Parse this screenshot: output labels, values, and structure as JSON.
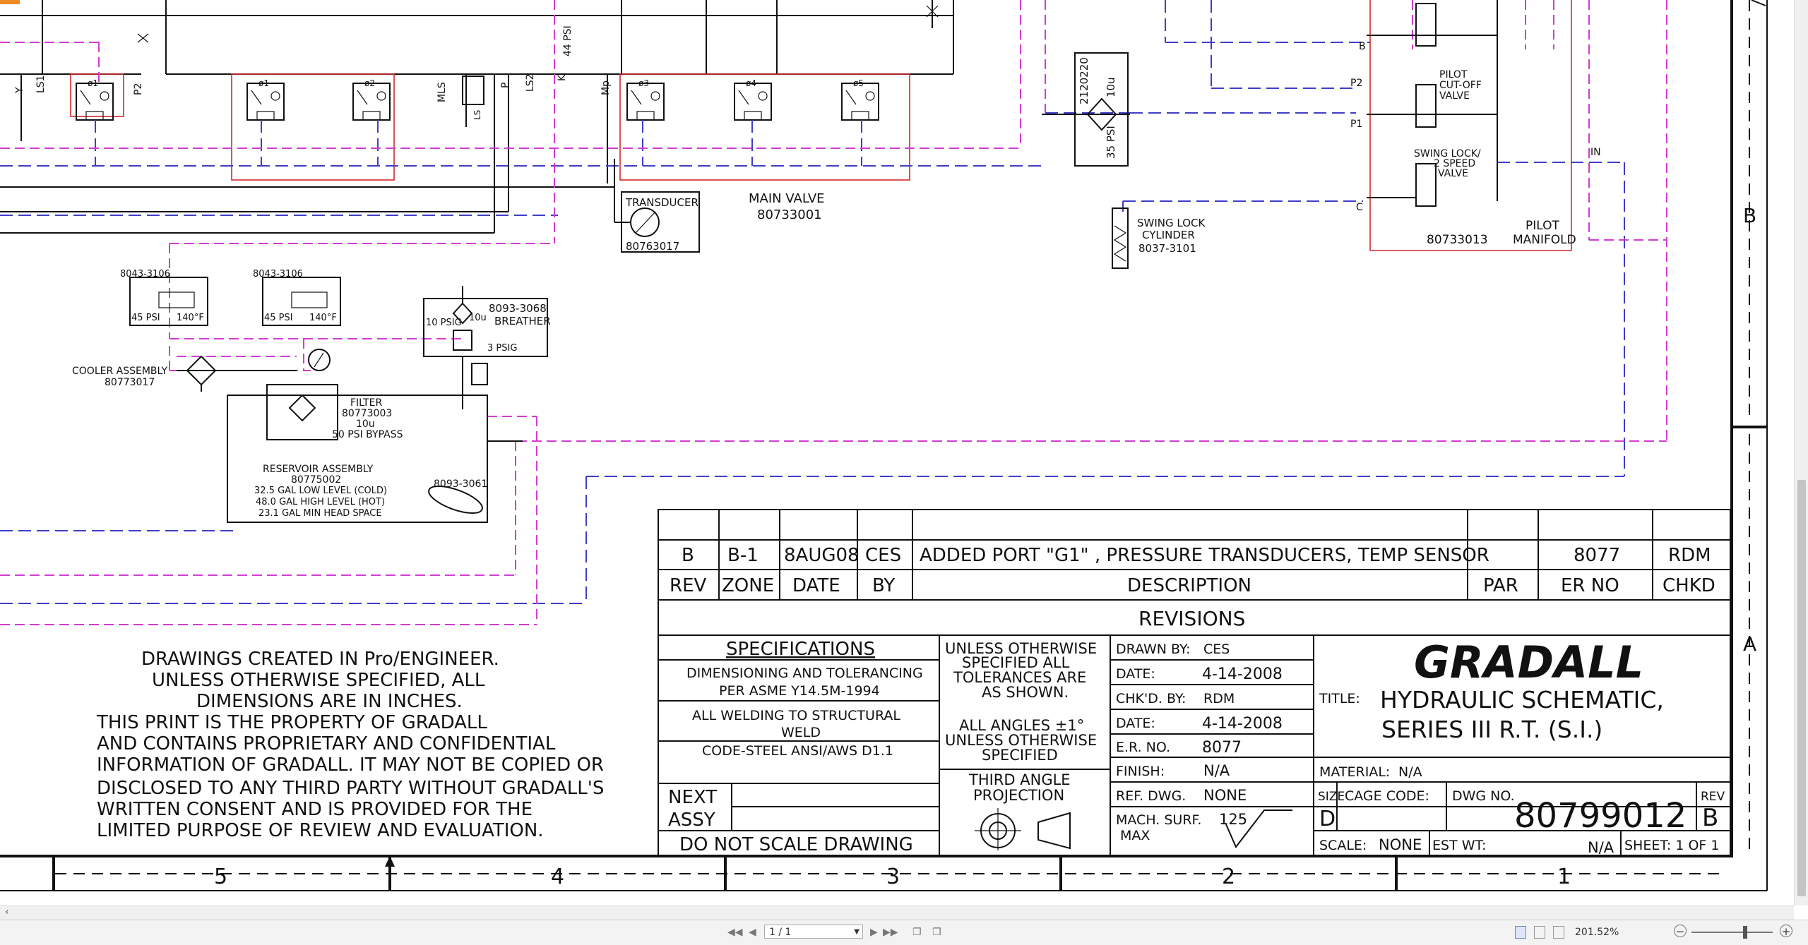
{
  "schematic": {
    "top_labels": {
      "y": "Y",
      "ls1": "LS1",
      "p2": "P2",
      "mls": "MLS",
      "ls": "LS",
      "p": "P",
      "ls2": "LS2",
      "k": "K",
      "mp": "Mp",
      "psi44": "44 PSI",
      "b": "B",
      "p2r": "P2",
      "p1": "P1",
      "c": "C",
      "in": "IN",
      "o1": "ø1",
      "o2": "ø2",
      "o3": "ø3",
      "o4": "ø4",
      "o5": "ø5"
    },
    "transducer": {
      "label": "TRANSDUCER",
      "part": "80763017"
    },
    "main_valve": {
      "label": "MAIN VALVE",
      "part": "80733001"
    },
    "filter_small": {
      "part": "2120220",
      "micron": "10u",
      "psi": "35 PSI"
    },
    "swing_lock": {
      "line1": "SWING LOCK",
      "line2": "CYLINDER",
      "part": "8037-3101"
    },
    "pilot": {
      "cutoff1": "PILOT",
      "cutoff2": "CUT-OFF",
      "cutoff3": "VALVE",
      "swing1": "SWING LOCK/",
      "swing2": "2 SPEED",
      "swing3": "VALVE",
      "part": "80733013",
      "m1": "PILOT",
      "m2": "MANIFOLD"
    },
    "temp_sensors": [
      {
        "part": "8043-3106",
        "psi": "45 PSI",
        "temp": "140°F"
      },
      {
        "part": "8043-3106",
        "psi": "45 PSI",
        "temp": "140°F"
      }
    ],
    "breather": {
      "part": "8093-3068",
      "label": "BREATHER",
      "psig10": "10 PSIG",
      "micron": "10u",
      "psig3": "3 PSIG"
    },
    "cooler": {
      "label": "COOLER ASSEMBLY",
      "part": "80773017"
    },
    "filter": {
      "label": "FILTER",
      "part": "80773003",
      "micron": "10u",
      "bypass": "50 PSI BYPASS"
    },
    "reservoir": {
      "label": "RESERVOIR ASSEMBLY",
      "part": "80775002",
      "l1": "32.5 GAL LOW LEVEL (COLD)",
      "l2": "48.0 GAL HIGH LEVEL (HOT)",
      "l3": "23.1 GAL MIN HEAD SPACE",
      "sensor": "8093-3061"
    }
  },
  "notes": [
    "DRAWINGS CREATED IN Pro/ENGINEER.",
    "UNLESS OTHERWISE SPECIFIED, ALL",
    "DIMENSIONS ARE IN INCHES.",
    "THIS PRINT IS THE PROPERTY OF GRADALL",
    "AND CONTAINS PROPRIETARY AND CONFIDENTIAL",
    "INFORMATION OF GRADALL. IT MAY NOT BE COPIED OR",
    "DISCLOSED TO ANY THIRD PARTY WITHOUT GRADALL'S",
    "WRITTEN CONSENT AND IS PROVIDED FOR THE",
    "LIMITED PURPOSE OF REVIEW AND EVALUATION."
  ],
  "revision": {
    "rev": "B",
    "zone": "B-1",
    "date": "8AUG08",
    "by": "CES",
    "description": "ADDED PORT \"G1\" , PRESSURE TRANSDUCERS, TEMP SENSOR",
    "par": "",
    "er_no": "8077",
    "chkd": "RDM"
  },
  "revision_headers": {
    "rev": "REV",
    "zone": "ZONE",
    "date": "DATE",
    "by": "BY",
    "desc": "DESCRIPTION",
    "par": "PAR",
    "er": "ER NO",
    "chkd": "CHKD"
  },
  "revisions_title": "REVISIONS",
  "specs": {
    "title": "SPECIFICATIONS",
    "s1a": "DIMENSIONING AND TOLERANCING",
    "s1b": "PER ASME Y14.5M-1994",
    "s2a": "ALL WELDING TO STRUCTURAL",
    "s2b": "WELD",
    "s3": "CODE-STEEL ANSI/AWS D1.1",
    "next1": "NEXT",
    "next2": "ASSY",
    "dns": "DO NOT SCALE DRAWING"
  },
  "tolerance": {
    "t1": "UNLESS OTHERWISE",
    "t2": "SPECIFIED ALL",
    "t3": "TOLERANCES ARE",
    "t4": "AS SHOWN.",
    "a1": "ALL ANGLES ±1°",
    "a2": "UNLESS OTHERWISE",
    "a3": "SPECIFIED",
    "p1": "THIRD ANGLE",
    "p2": "PROJECTION"
  },
  "approvals": {
    "drawn_label": "DRAWN BY:",
    "drawn": "CES",
    "date_label": "DATE:",
    "date1": "4-14-2008",
    "chk_label": "CHK'D. BY:",
    "chk": "RDM",
    "date2_label": "DATE:",
    "date2": "4-14-2008",
    "er_label": "E.R. NO.",
    "er": "8077",
    "finish_label": "FINISH:",
    "finish": "N/A",
    "ref_label": "REF. DWG.",
    "ref": "NONE",
    "mach1": "MACH. SURF.",
    "mach2": "MAX",
    "mach_val": "125"
  },
  "titleblock": {
    "company": "GRADALL",
    "title_label": "TITLE:",
    "title1": "HYDRAULIC SCHEMATIC,",
    "title2": "SERIES III R.T. (S.I.)",
    "material_label": "MATERIAL:",
    "material": "N/A",
    "size_label": "SIZE",
    "size": "D",
    "cage_label": "CAGE CODE:",
    "dwg_label": "DWG NO.",
    "dwg": "80799012",
    "rev_label": "REV",
    "rev": "B",
    "scale_label": "SCALE:",
    "scale": "NONE",
    "estwt_label": "EST WT:",
    "estwt": "N/A",
    "sheet": "SHEET: 1  OF  1"
  },
  "zones": {
    "z5": "5",
    "z4": "4",
    "z3": "3",
    "z2": "2",
    "z1": "1",
    "zb": "B",
    "za": "A"
  },
  "viewer": {
    "page": "1 / 1",
    "zoom": "201.52%",
    "first_icon": "first-page-icon",
    "prev_icon": "prev-page-icon",
    "next_icon": "next-page-icon",
    "last_icon": "last-page-icon"
  },
  "colors": {
    "blue": "#3e3ec8",
    "magenta": "#d23cd2",
    "red": "#d32828",
    "black": "#111111"
  }
}
